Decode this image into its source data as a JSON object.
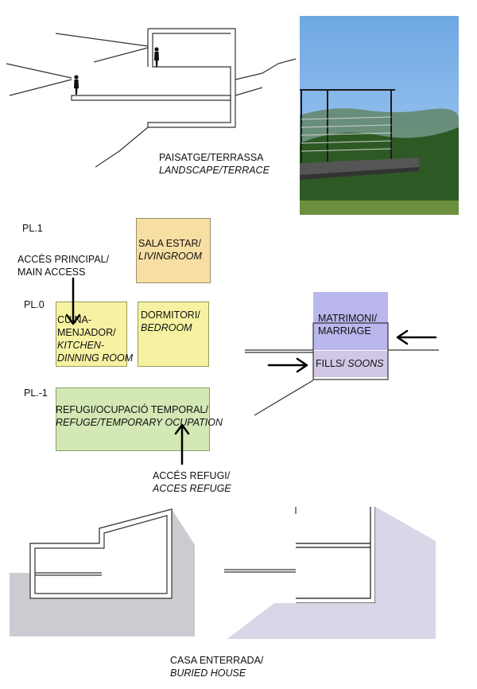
{
  "colors": {
    "line": "#222222",
    "living": "#f7dfa3",
    "kitchen": "#f6f2a2",
    "bedroom": "#f6f2a2",
    "refuge": "#d3e8b4",
    "marriage": "#b9b7ec",
    "soons": "#d1c6e6",
    "buried_dark": "#c9c8cf",
    "buried_light": "#d7d4e7",
    "sky_top": "#6fa8e4",
    "sky_bottom": "#a9cff0",
    "hills": "#5c7f55",
    "forest": "#2d5a24"
  },
  "section1": {
    "caption_line1": "PAISATGE/TERRASSA",
    "caption_line2": "LANDSCAPE/TERRACE"
  },
  "levels": {
    "pl1": "PL.1",
    "pl0": "PL.0",
    "plm1": "PL.-1"
  },
  "rooms": {
    "living": {
      "line1": "SALA ESTAR/",
      "line2": "LIVINGROOM"
    },
    "kitchen": {
      "line1": "CUINA-",
      "line2": "MENJADOR/",
      "line3": "KITCHEN-",
      "line4": "DINNING ROOM"
    },
    "bedroom": {
      "line1": "DORMITORI/",
      "line2": "BEDROOM"
    },
    "refuge": {
      "line1": "REFUGI/OCUPACIÓ TEMPORAL/",
      "line2": "REFUGE/TEMPORARY OCUPATION"
    },
    "marriage": {
      "line1": "MATRIMONI/",
      "line2": "MARRIAGE"
    },
    "soons": {
      "line1": "FILLS/ ",
      "line2": "SOONS"
    }
  },
  "access": {
    "main_line1": "ACCÈS PRINCIPAL/",
    "main_line2": "MAIN ACCESS",
    "refuge_line1": "ACCÉS REFUGI/",
    "refuge_line2": "ACCES REFUGE"
  },
  "buried": {
    "caption_line1": "CASA ENTERRADA/",
    "caption_line2": "BURIED HOUSE"
  }
}
